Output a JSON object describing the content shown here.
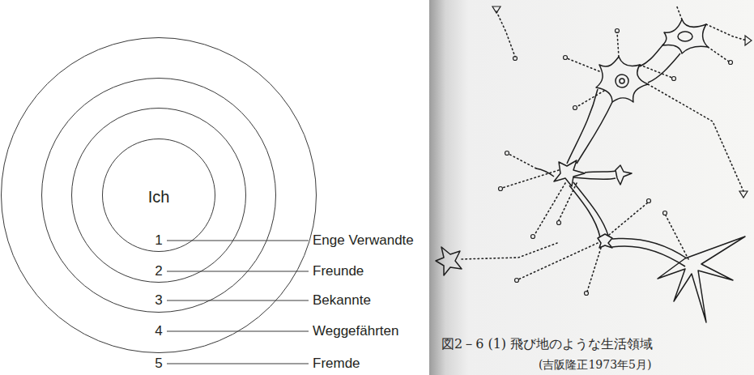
{
  "diagram": {
    "caption": "図2－6 (1) 飛び地のような生活領域",
    "nodes": [
      {
        "text": [
          "4"
        ]
      },
      {
        "text": [
          "3"
        ],
        "in": 0
      },
      {
        "text": [
          "2"
        ],
        "in": 1
      },
      {
        "text": [
          "Ich",
          "1"
        ],
        "in": 2
      }
    ],
    "labels": [
      "5",
      "Enge Verwandte",
      "Freunde",
      "Bekannte",
      "Weggefährten",
      "Fremde",
      "(吉阪隆正1973年5月)"
    ]
  }
}
